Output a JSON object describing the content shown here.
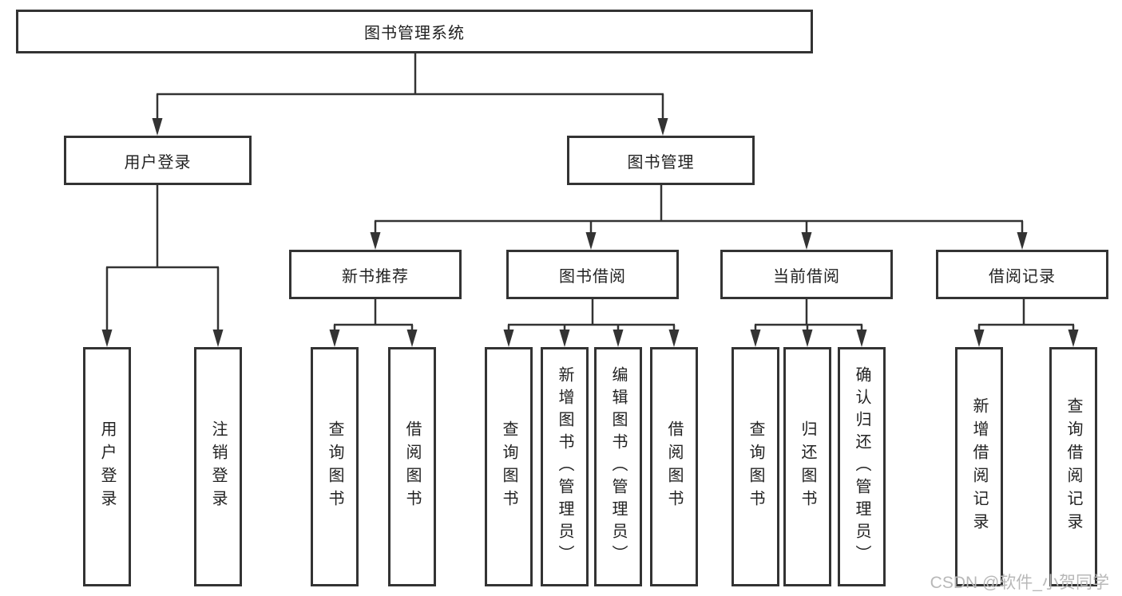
{
  "diagram_title": "图书管理系统",
  "colors": {
    "line": "#333333",
    "box_border": "#333333",
    "box_fill": "#ffffff",
    "text": "#222222",
    "watermark": "#b8b8b8"
  },
  "tree": {
    "root": {
      "label": "图书管理系统",
      "children": [
        {
          "label": "用户登录",
          "children": [
            {
              "label": "用户登录"
            },
            {
              "label": "注销登录"
            }
          ]
        },
        {
          "label": "图书管理",
          "children": [
            {
              "label": "新书推荐",
              "children": [
                {
                  "label": "查询图书"
                },
                {
                  "label": "借阅图书"
                }
              ]
            },
            {
              "label": "图书借阅",
              "children": [
                {
                  "label": "查询图书"
                },
                {
                  "label": "新增图书（管理员）"
                },
                {
                  "label": "编辑图书（管理员）"
                },
                {
                  "label": "借阅图书"
                }
              ]
            },
            {
              "label": "当前借阅",
              "children": [
                {
                  "label": "查询图书"
                },
                {
                  "label": "归还图书"
                },
                {
                  "label": "确认归还（管理员）"
                }
              ]
            },
            {
              "label": "借阅记录",
              "children": [
                {
                  "label": "新增借阅记录"
                },
                {
                  "label": "查询借阅记录"
                }
              ]
            }
          ]
        }
      ]
    }
  },
  "watermark": {
    "text": "CSDN @软件_小贺同学"
  }
}
